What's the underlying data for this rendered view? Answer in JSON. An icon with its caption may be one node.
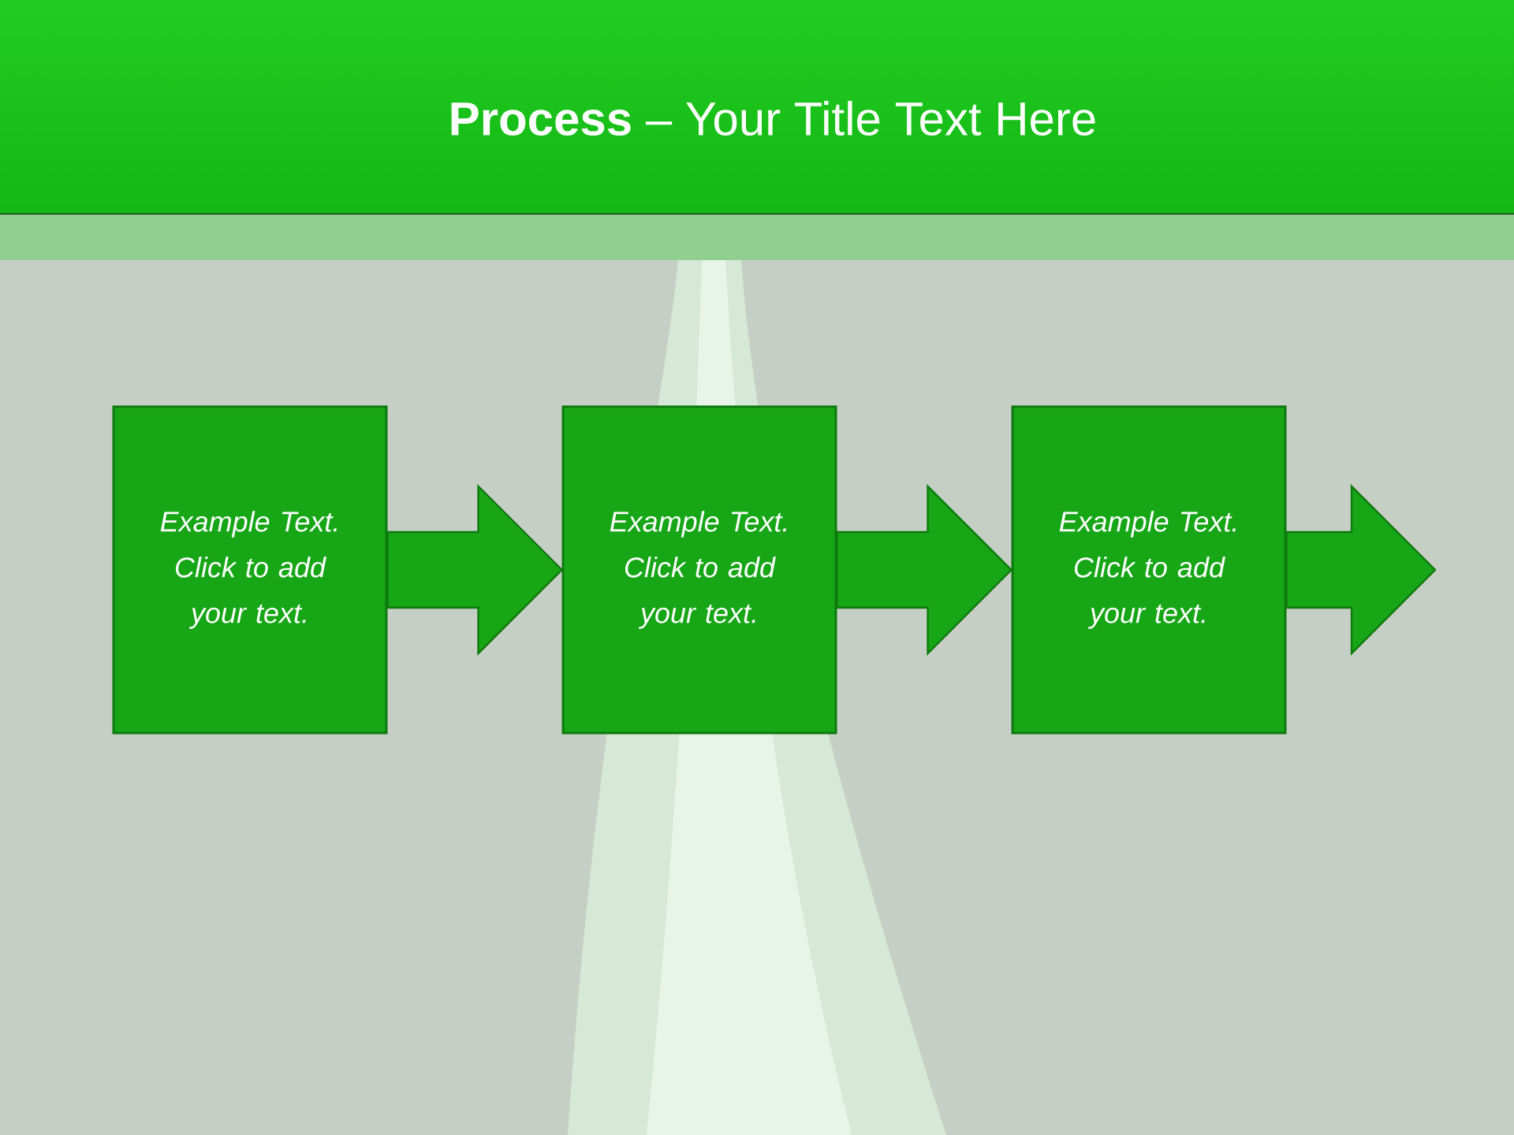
{
  "diagram": {
    "title": "**Process** – Your Title Text Here",
    "nodes": [
      {
        "text": [
          "Example Text. Click to add your text."
        ]
      },
      {
        "text": [
          "Example Text. Click to add your text."
        ]
      },
      {
        "text": [
          "Example Text. Click to add your text."
        ]
      }
    ],
    "edges": [
      {
        "from": 0,
        "to": 1,
        "arrow": "to"
      },
      {
        "from": 1,
        "to": 2,
        "arrow": "to"
      },
      {
        "from": 2,
        "to": null,
        "arrow": "to"
      }
    ]
  }
}
